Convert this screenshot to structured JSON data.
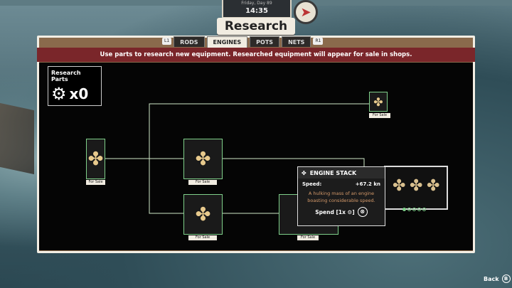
{
  "hud": {
    "date": "Friday, Day 89",
    "time": "14:35"
  },
  "title": "Research",
  "tabs": {
    "left_shoulder": "L1",
    "right_shoulder": "R1",
    "items": [
      {
        "label": "RODS"
      },
      {
        "label": "ENGINES"
      },
      {
        "label": "POTS"
      },
      {
        "label": "NETS"
      }
    ],
    "active": "ENGINES"
  },
  "banner": "Use parts to research new equipment. Researched equipment will appear for sale in shops.",
  "research_parts": {
    "label": "Research Parts",
    "count": "x0"
  },
  "nodes": {
    "for_sale": "For Sale"
  },
  "tooltip": {
    "title": "ENGINE STACK",
    "speed_label": "Speed:",
    "speed_value": "+67.2 kn",
    "description": "A hulking mass of an engine boasting considerable speed.",
    "spend": "Spend [1x ⚙]",
    "cancel": "⊗"
  },
  "progress": {
    "filled": 1,
    "total": 5
  },
  "back": {
    "label": "Back",
    "button": "B"
  },
  "icons": {
    "gear": "gear-icon",
    "compass": "compass-icon",
    "propeller": "propeller-icon"
  }
}
